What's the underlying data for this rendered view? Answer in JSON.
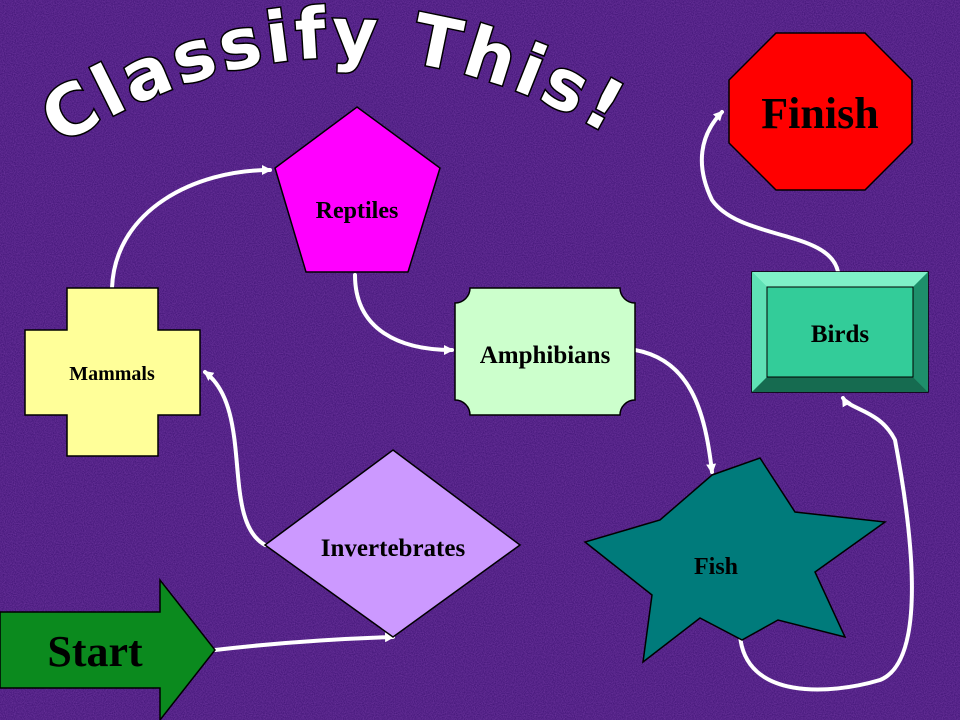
{
  "title": "Classify This!",
  "nodes": {
    "start": "Start",
    "invertebrates": "Invertebrates",
    "mammals": "Mammals",
    "reptiles": "Reptiles",
    "amphibians": "Amphibians",
    "fish": "Fish",
    "birds": "Birds",
    "finish": "Finish"
  },
  "colors": {
    "background": "#3a1070",
    "start": "#0b8a1e",
    "invertebrates": "#cc99ff",
    "mammals": "#ffff99",
    "reptiles": "#ff00ff",
    "amphibians": "#ccffcc",
    "fish": "#007b7b",
    "birds": "#33cc99",
    "finish": "#ff0000",
    "arrows": "#ffffff"
  }
}
